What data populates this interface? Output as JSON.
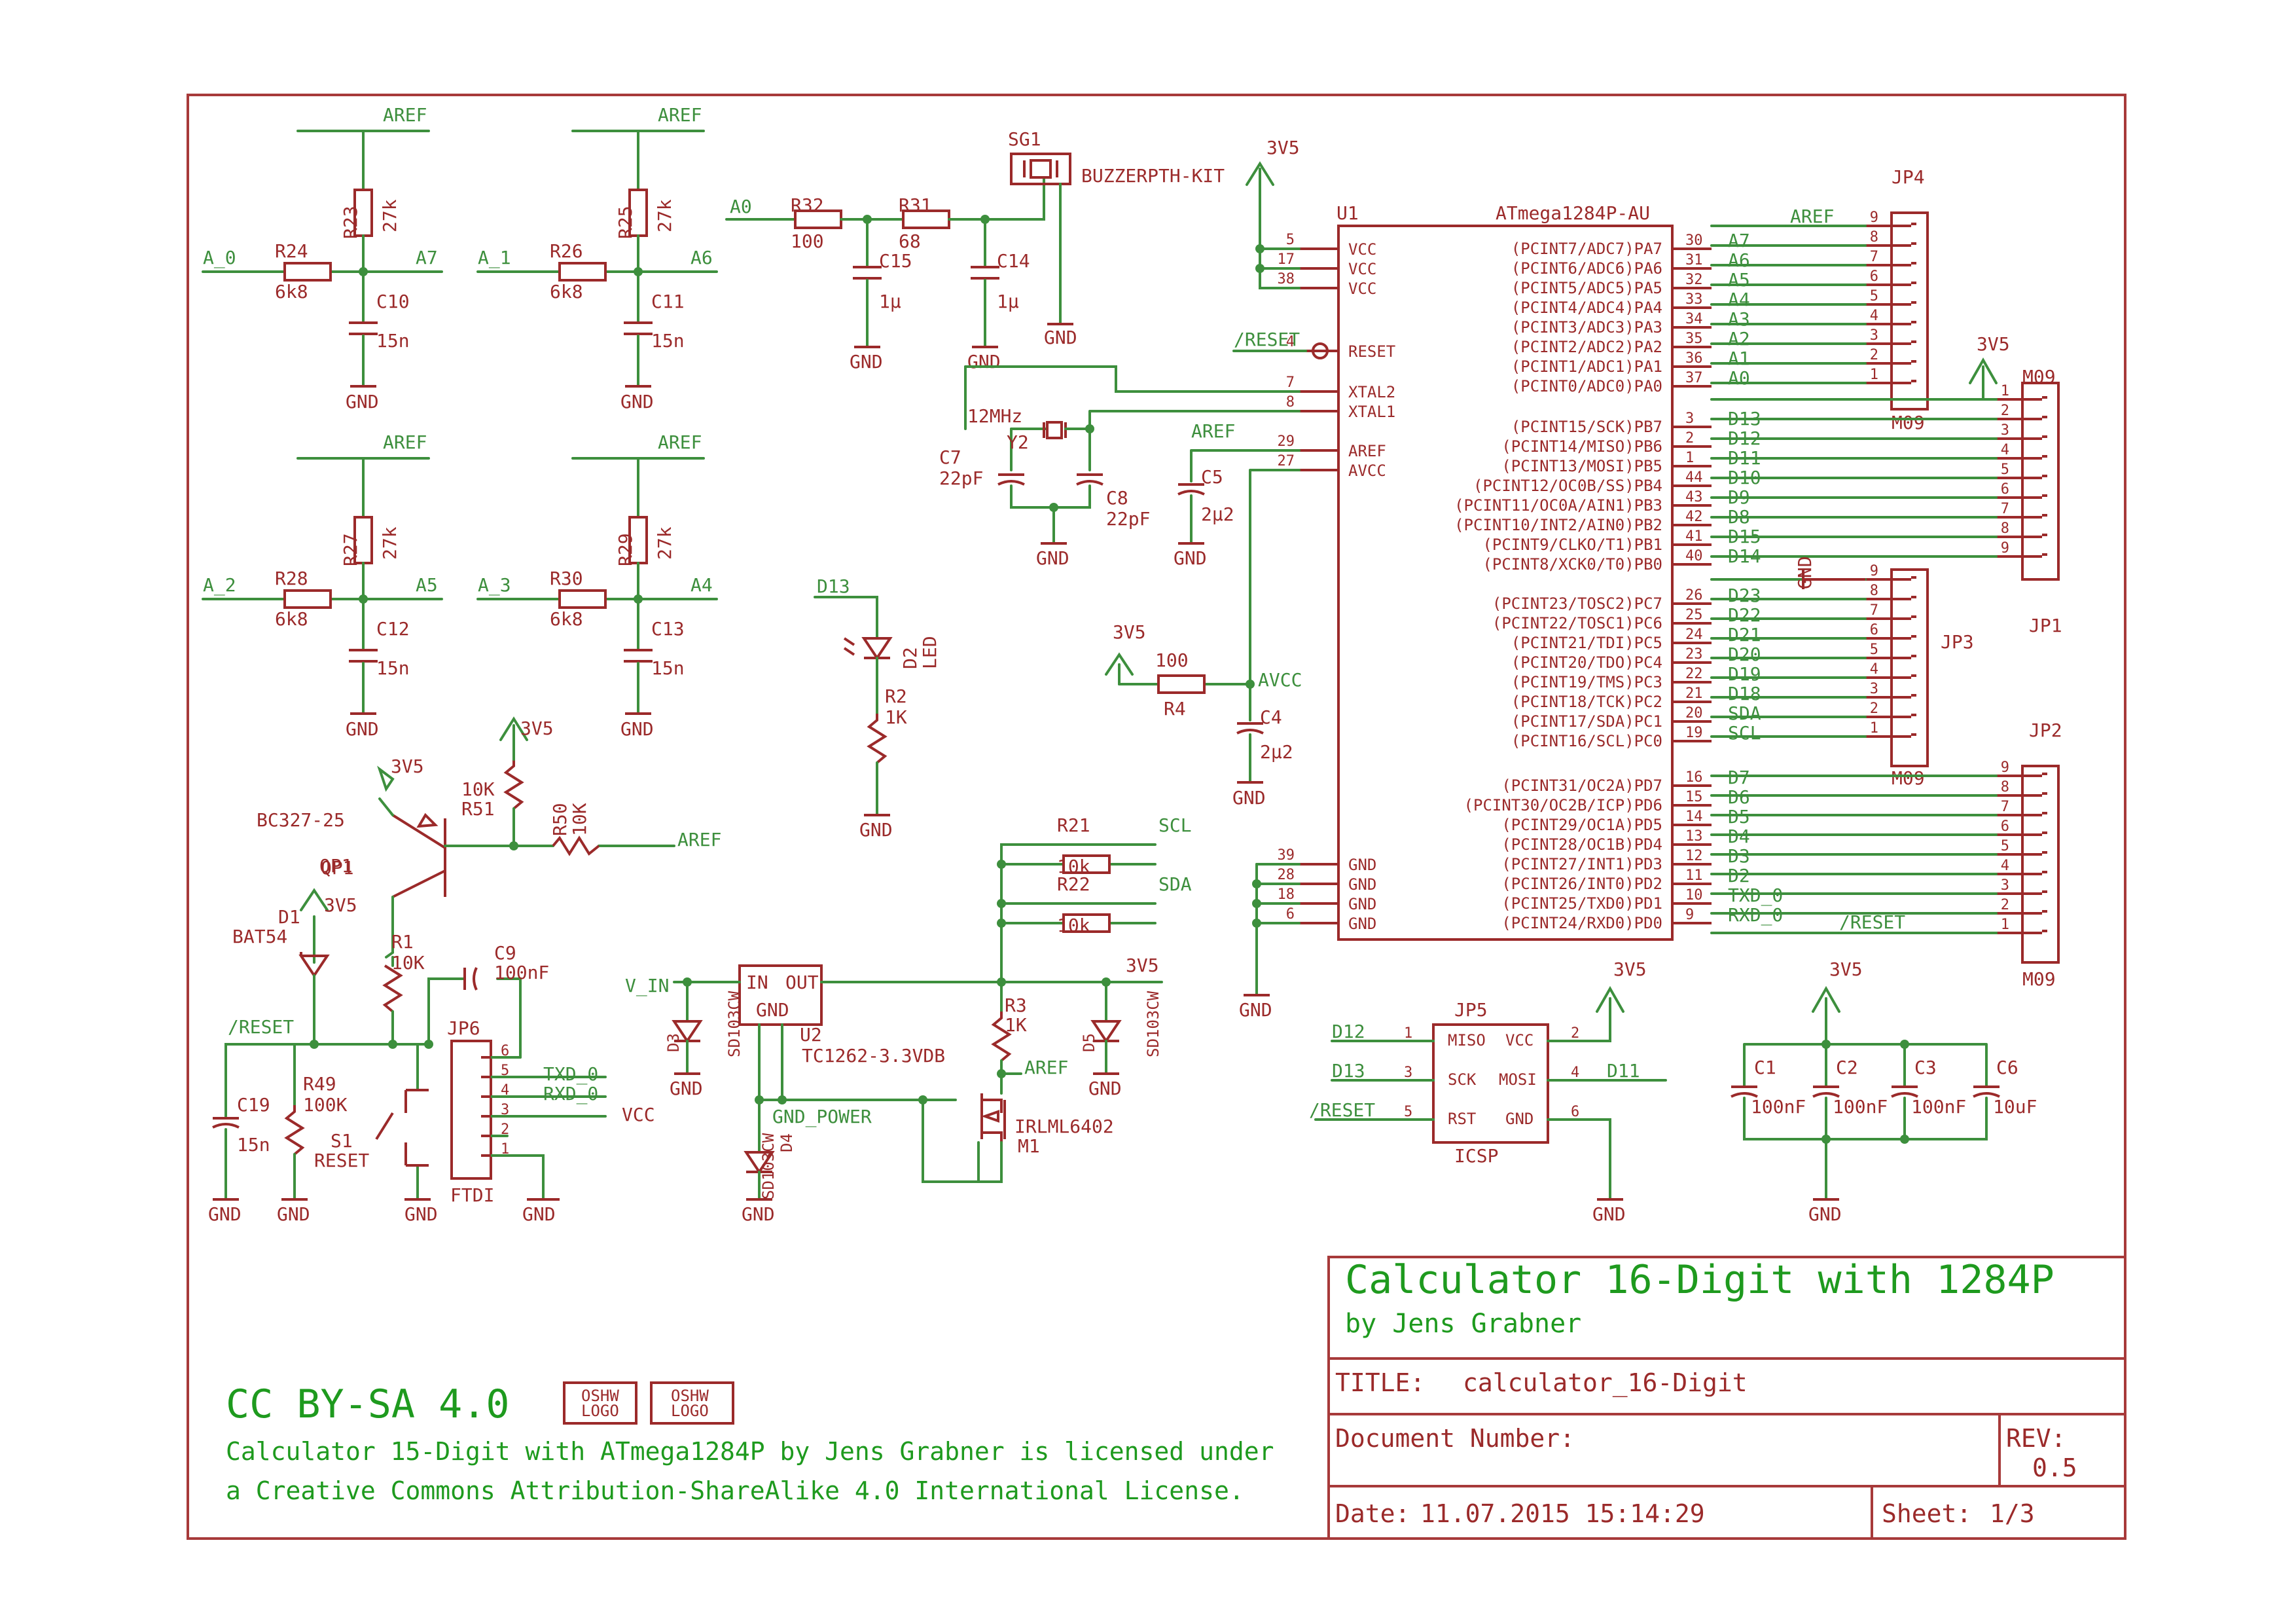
{
  "title_block": {
    "project": "Calculator 16-Digit with 1284P",
    "author": "by Jens Grabner",
    "title_label": "TITLE:",
    "title_value": "calculator_16-Digit",
    "docnum_label": "Document Number:",
    "rev_label": "REV:",
    "rev_value": "0.5",
    "date_label": "Date:",
    "date_value": "11.07.2015 15:14:29",
    "sheet_label": "Sheet:",
    "sheet_value": "1/3"
  },
  "license": {
    "heading": "CC BY-SA 4.0",
    "logo1": [
      "OSHW",
      "LOGO"
    ],
    "logo2": [
      "OSHW",
      "LOGO"
    ],
    "line1": "Calculator 15-Digit with ATmega1284P by Jens Grabner is licensed under",
    "line2": "a Creative Commons Attribution-ShareAlike 4.0 International License."
  },
  "nets": {
    "aref": "AREF",
    "gnd": "GND",
    "v33": "3V5",
    "reset": "/RESET",
    "avcc": "AVCC",
    "vin": "V_IN",
    "vcc": "VCC",
    "gnd_power": "GND_POWER",
    "scl": "SCL",
    "sda": "SDA",
    "a0": "A0",
    "a_0": "A_0",
    "a_1": "A_1",
    "a_2": "A_2",
    "a_3": "A_3",
    "a7": "A7",
    "a6": "A6",
    "a5": "A5",
    "a4": "A4",
    "d12": "D12",
    "d13": "D13",
    "d11": "D11",
    "txd": "TXD_0",
    "rxd": "RXD_0"
  },
  "parts": {
    "r23": [
      "R23",
      "27k"
    ],
    "r24": [
      "R24",
      "6k8"
    ],
    "c10": [
      "C10",
      "15n"
    ],
    "r25": [
      "R25",
      "27k"
    ],
    "r26": [
      "R26",
      "6k8"
    ],
    "c11": [
      "C11",
      "15n"
    ],
    "r27": [
      "R27",
      "27k"
    ],
    "r28": [
      "R28",
      "6k8"
    ],
    "c12": [
      "C12",
      "15n"
    ],
    "r29": [
      "R29",
      "27k"
    ],
    "r30": [
      "R30",
      "6k8"
    ],
    "c13": [
      "C13",
      "15n"
    ],
    "r32": [
      "R32",
      "100"
    ],
    "r31": [
      "R31",
      "68"
    ],
    "c15": [
      "C15",
      "1μ"
    ],
    "c14": [
      "C14",
      "1μ"
    ],
    "sg1": [
      "SG1",
      "BUZZERPTH-KIT"
    ],
    "y2": [
      "Y2",
      "12MHz"
    ],
    "c7": [
      "C7",
      "22pF"
    ],
    "c8": [
      "C8",
      "22pF"
    ],
    "c5": [
      "C5",
      "2μ2"
    ],
    "c4": [
      "C4",
      "2μ2"
    ],
    "r4": [
      "R4",
      "100"
    ],
    "d2": [
      "D2",
      "LED"
    ],
    "r2": [
      "R2",
      "1K"
    ],
    "qp1": [
      "QP1",
      "BC327-25"
    ],
    "r51": [
      "R51",
      "10K"
    ],
    "r50": [
      "R50",
      "10K"
    ],
    "d1": [
      "D1",
      "BAT54"
    ],
    "r1": [
      "R1",
      "10K"
    ],
    "c9": [
      "C9",
      "100nF"
    ],
    "c19": [
      "C19",
      "15n"
    ],
    "r49": [
      "R49",
      "100K"
    ],
    "s1": [
      "S1",
      "RESET"
    ],
    "jp6": [
      "JP6",
      "FTDI"
    ],
    "u2": [
      "U2",
      "TC1262-3.3VDB"
    ],
    "u2_pins": [
      "IN",
      "OUT",
      "GND"
    ],
    "d3": [
      "D3",
      "SD103CW"
    ],
    "d4": [
      "D4",
      "SD103CW"
    ],
    "d5": [
      "D5",
      "SD103CW"
    ],
    "r21": [
      "R21",
      "10k"
    ],
    "r22": [
      "R22",
      "10k"
    ],
    "r3": [
      "R3",
      "1K"
    ],
    "m1": [
      "M1",
      "IRLML6402"
    ],
    "jp5": [
      "JP5",
      "ICSP"
    ],
    "jp5_pins": [
      "MISO",
      "VCC",
      "SCK",
      "MOSI",
      "RST",
      "GND"
    ],
    "c1": [
      "C1",
      "100nF"
    ],
    "c2": [
      "C2",
      "100nF"
    ],
    "c3": [
      "C3",
      "100nF"
    ],
    "c6": [
      "C6",
      "10uF"
    ],
    "jp4": [
      "JP4",
      "M09"
    ],
    "jp1": [
      "JP1",
      "M09"
    ],
    "jp3": [
      "JP3",
      "M09"
    ],
    "jp2": [
      "JP2",
      "M09"
    ]
  },
  "mcu": {
    "ref": "U1",
    "name": "ATmega1284P-AU",
    "left_pins": [
      {
        "num": "5",
        "name": "VCC"
      },
      {
        "num": "17",
        "name": "VCC"
      },
      {
        "num": "38",
        "name": "VCC"
      },
      {
        "num": "4",
        "name": "RESET"
      },
      {
        "num": "7",
        "name": "XTAL2"
      },
      {
        "num": "8",
        "name": "XTAL1"
      },
      {
        "num": "29",
        "name": "AREF"
      },
      {
        "num": "27",
        "name": "AVCC"
      },
      {
        "num": "39",
        "name": "GND"
      },
      {
        "num": "28",
        "name": "GND"
      },
      {
        "num": "18",
        "name": "GND"
      },
      {
        "num": "6",
        "name": "GND"
      }
    ],
    "right_pins": [
      {
        "num": "30",
        "name": "(PCINT7/ADC7)PA7",
        "net": "A7"
      },
      {
        "num": "31",
        "name": "(PCINT6/ADC6)PA6",
        "net": "A6"
      },
      {
        "num": "32",
        "name": "(PCINT5/ADC5)PA5",
        "net": "A5"
      },
      {
        "num": "33",
        "name": "(PCINT4/ADC4)PA4",
        "net": "A4"
      },
      {
        "num": "34",
        "name": "(PCINT3/ADC3)PA3",
        "net": "A3"
      },
      {
        "num": "35",
        "name": "(PCINT2/ADC2)PA2",
        "net": "A2"
      },
      {
        "num": "36",
        "name": "(PCINT1/ADC1)PA1",
        "net": "A1"
      },
      {
        "num": "37",
        "name": "(PCINT0/ADC0)PA0",
        "net": "A0"
      },
      {
        "num": "3",
        "name": "(PCINT15/SCK)PB7",
        "net": "D13"
      },
      {
        "num": "2",
        "name": "(PCINT14/MISO)PB6",
        "net": "D12"
      },
      {
        "num": "1",
        "name": "(PCINT13/MOSI)PB5",
        "net": "D11"
      },
      {
        "num": "44",
        "name": "(PCINT12/OC0B/SS)PB4",
        "net": "D10"
      },
      {
        "num": "43",
        "name": "(PCINT11/OC0A/AIN1)PB3",
        "net": "D9"
      },
      {
        "num": "42",
        "name": "(PCINT10/INT2/AIN0)PB2",
        "net": "D8"
      },
      {
        "num": "41",
        "name": "(PCINT9/CLKO/T1)PB1",
        "net": "D15"
      },
      {
        "num": "40",
        "name": "(PCINT8/XCK0/T0)PB0",
        "net": "D14"
      },
      {
        "num": "26",
        "name": "(PCINT23/TOSC2)PC7",
        "net": "D23"
      },
      {
        "num": "25",
        "name": "(PCINT22/TOSC1)PC6",
        "net": "D22"
      },
      {
        "num": "24",
        "name": "(PCINT21/TDI)PC5",
        "net": "D21"
      },
      {
        "num": "23",
        "name": "(PCINT20/TDO)PC4",
        "net": "D20"
      },
      {
        "num": "22",
        "name": "(PCINT19/TMS)PC3",
        "net": "D19"
      },
      {
        "num": "21",
        "name": "(PCINT18/TCK)PC2",
        "net": "D18"
      },
      {
        "num": "20",
        "name": "(PCINT17/SDA)PC1",
        "net": "SDA"
      },
      {
        "num": "19",
        "name": "(PCINT16/SCL)PC0",
        "net": "SCL"
      },
      {
        "num": "16",
        "name": "(PCINT31/OC2A)PD7",
        "net": "D7"
      },
      {
        "num": "15",
        "name": "(PCINT30/OC2B/ICP)PD6",
        "net": "D6"
      },
      {
        "num": "14",
        "name": "(PCINT29/OC1A)PD5",
        "net": "D5"
      },
      {
        "num": "13",
        "name": "(PCINT28/OC1B)PD4",
        "net": "D4"
      },
      {
        "num": "12",
        "name": "(PCINT27/INT1)PD3",
        "net": "D3"
      },
      {
        "num": "11",
        "name": "(PCINT26/INT0)PD2",
        "net": "D2"
      },
      {
        "num": "10",
        "name": "(PCINT25/TXD0)PD1",
        "net": "TXD_0"
      },
      {
        "num": "9",
        "name": "(PCINT24/RXD0)PD0",
        "net": "RXD_0"
      }
    ]
  },
  "pin_numbers": {
    "jp4": [
      "9",
      "8",
      "7",
      "6",
      "5",
      "4",
      "3",
      "2",
      "1"
    ],
    "jp1": [
      "1",
      "2",
      "3",
      "4",
      "5",
      "6",
      "7",
      "8",
      "9"
    ],
    "jp3": [
      "9",
      "8",
      "7",
      "6",
      "5",
      "4",
      "3",
      "2",
      "1"
    ],
    "jp2": [
      "9",
      "8",
      "7",
      "6",
      "5",
      "4",
      "3",
      "2",
      "1"
    ],
    "jp6": [
      "6",
      "5",
      "4",
      "3",
      "2",
      "1"
    ],
    "jp5": [
      "1",
      "2",
      "3",
      "4",
      "5",
      "6"
    ]
  }
}
